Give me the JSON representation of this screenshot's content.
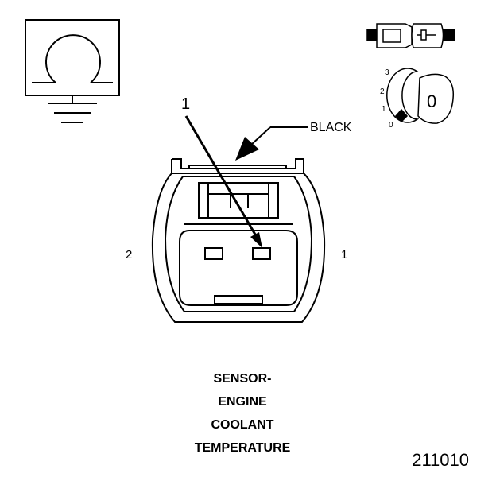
{
  "diagram": {
    "callout_number": "1",
    "wire_color_label": "BLACK",
    "pin_left_label": "2",
    "pin_right_label": "1",
    "title_lines": [
      "SENSOR-",
      "ENGINE",
      "COOLANT",
      "TEMPERATURE"
    ],
    "figure_number": "211010",
    "terminal_key": {
      "positions": [
        "3",
        "2",
        "1",
        "0"
      ],
      "key_label": "0"
    }
  }
}
